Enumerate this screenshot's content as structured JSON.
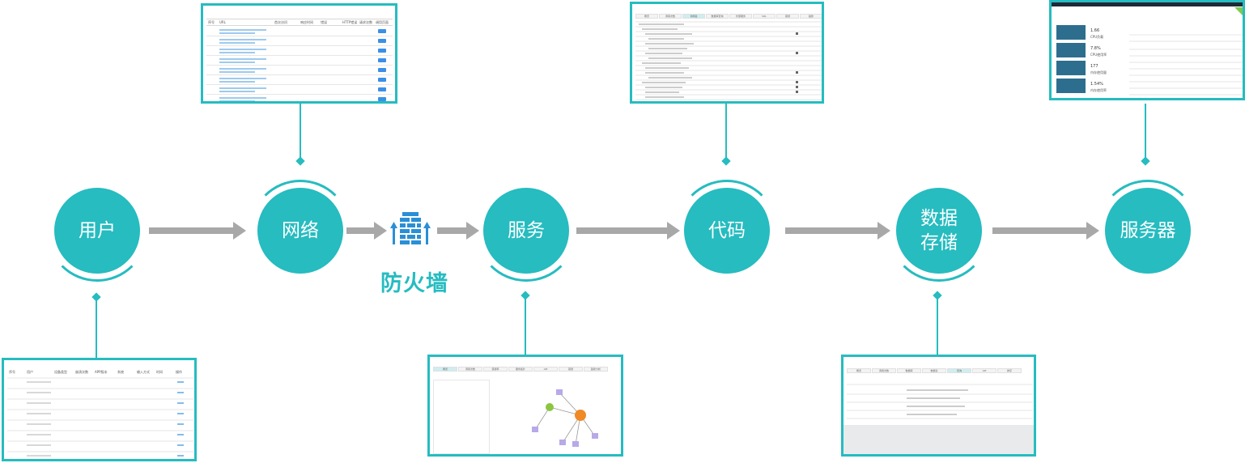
{
  "nodes": [
    {
      "id": "user",
      "label": "用户"
    },
    {
      "id": "network",
      "label": "网络"
    },
    {
      "id": "service",
      "label": "服务"
    },
    {
      "id": "code",
      "label": "代码"
    },
    {
      "id": "storage",
      "label": "数据\n存储"
    },
    {
      "id": "server",
      "label": "服务器"
    }
  ],
  "firewall": {
    "label": "防火墙",
    "icon": "firewall-icon"
  },
  "colors": {
    "teal": "#26bcc0",
    "arrow": "#a8a8a8"
  },
  "shots": {
    "network_headers": [
      "序号",
      "URL",
      "首次访问",
      "响应时间",
      "错误",
      "HTTP错误",
      "请求次数",
      "调用页面"
    ],
    "user_headers": [
      "序号",
      "用户",
      "设备类型",
      "崩溃次数",
      "APP版本",
      "系统",
      "输入方式",
      "时间",
      "操作"
    ],
    "code_tabs": [
      "概览",
      "调用次数",
      "调用链",
      "数据库查询",
      "外部服务",
      "SQL",
      "错误",
      "趋势"
    ],
    "service_tabs": [
      "概览",
      "调用次数",
      "错误率",
      "服务拓扑",
      "API",
      "错误",
      "趋势分析"
    ],
    "storage_tabs": [
      "概览",
      "调用次数",
      "数据库",
      "数据表",
      "查询",
      "API",
      "排序"
    ],
    "server_metrics": [
      {
        "value": "1.66",
        "label": "CPU负载"
      },
      {
        "value": "7.8%",
        "label": "CPU使用率"
      },
      {
        "value": "177",
        "label": "内存使用量"
      },
      {
        "value": "1.54%",
        "label": "内存使用率"
      }
    ]
  }
}
